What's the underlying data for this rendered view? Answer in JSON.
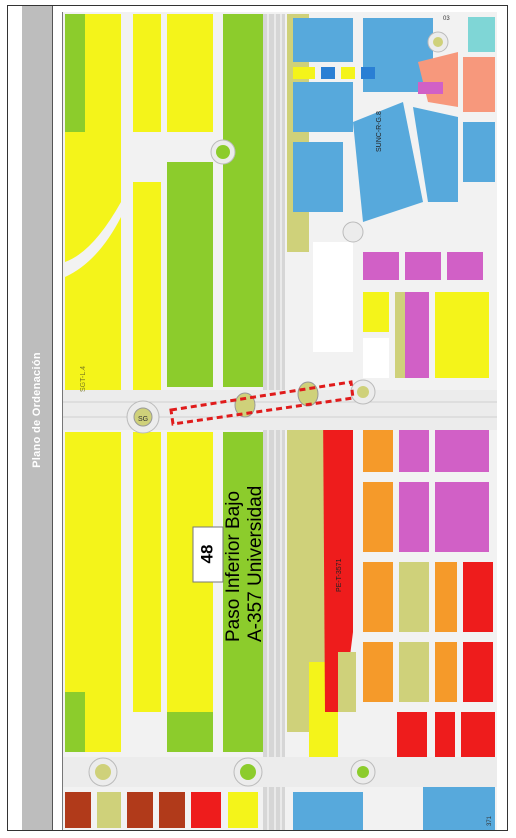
{
  "sidebar": {
    "title": "Plano de Ordenación"
  },
  "map": {
    "site_number": "48",
    "caption_line1": "Paso Inferior Bajo",
    "caption_line2": "A-357 Universidad",
    "labels": {
      "sg": "SG",
      "sunc": "SUNC-R-G.8",
      "sgt": "SGT-L.4",
      "pe": "PE-T-3571",
      "n03": "03",
      "n371": "371"
    },
    "colors": {
      "yellow": "#f4f41a",
      "green": "#8ccc2c",
      "olive": "#cfd17a",
      "blue": "#57a9dc",
      "magenta": "#d160c6",
      "orange": "#f59a2a",
      "red": "#ee1c1c",
      "salmon": "#f7987c",
      "brown": "#b13a1a",
      "highlight": "#e01b1b"
    }
  }
}
